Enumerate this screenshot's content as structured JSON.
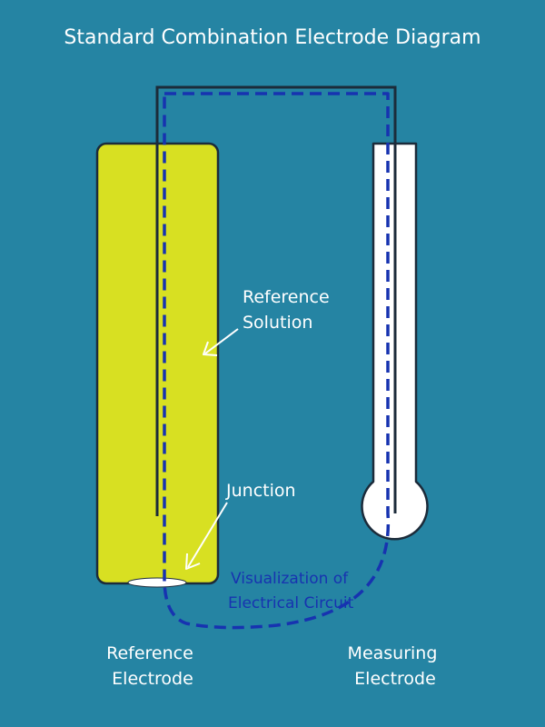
{
  "title": "Standard Combination Electrode Diagram",
  "labels": {
    "reference_solution": [
      "Reference",
      "Solution"
    ],
    "junction": "Junction",
    "circuit": [
      "Visualization of",
      "Electrical Circuit"
    ],
    "reference_electrode": [
      "Reference",
      "Electrode"
    ],
    "measuring_electrode": [
      "Measuring",
      "Electrode"
    ]
  },
  "colors": {
    "background": "#2584a3",
    "reference_body": "#d8e022",
    "outline": "#1c2b3a",
    "circuit": "#1733b0",
    "measuring_body": "#ffffff",
    "junction": "#ffffff",
    "text": "#ffffff"
  }
}
